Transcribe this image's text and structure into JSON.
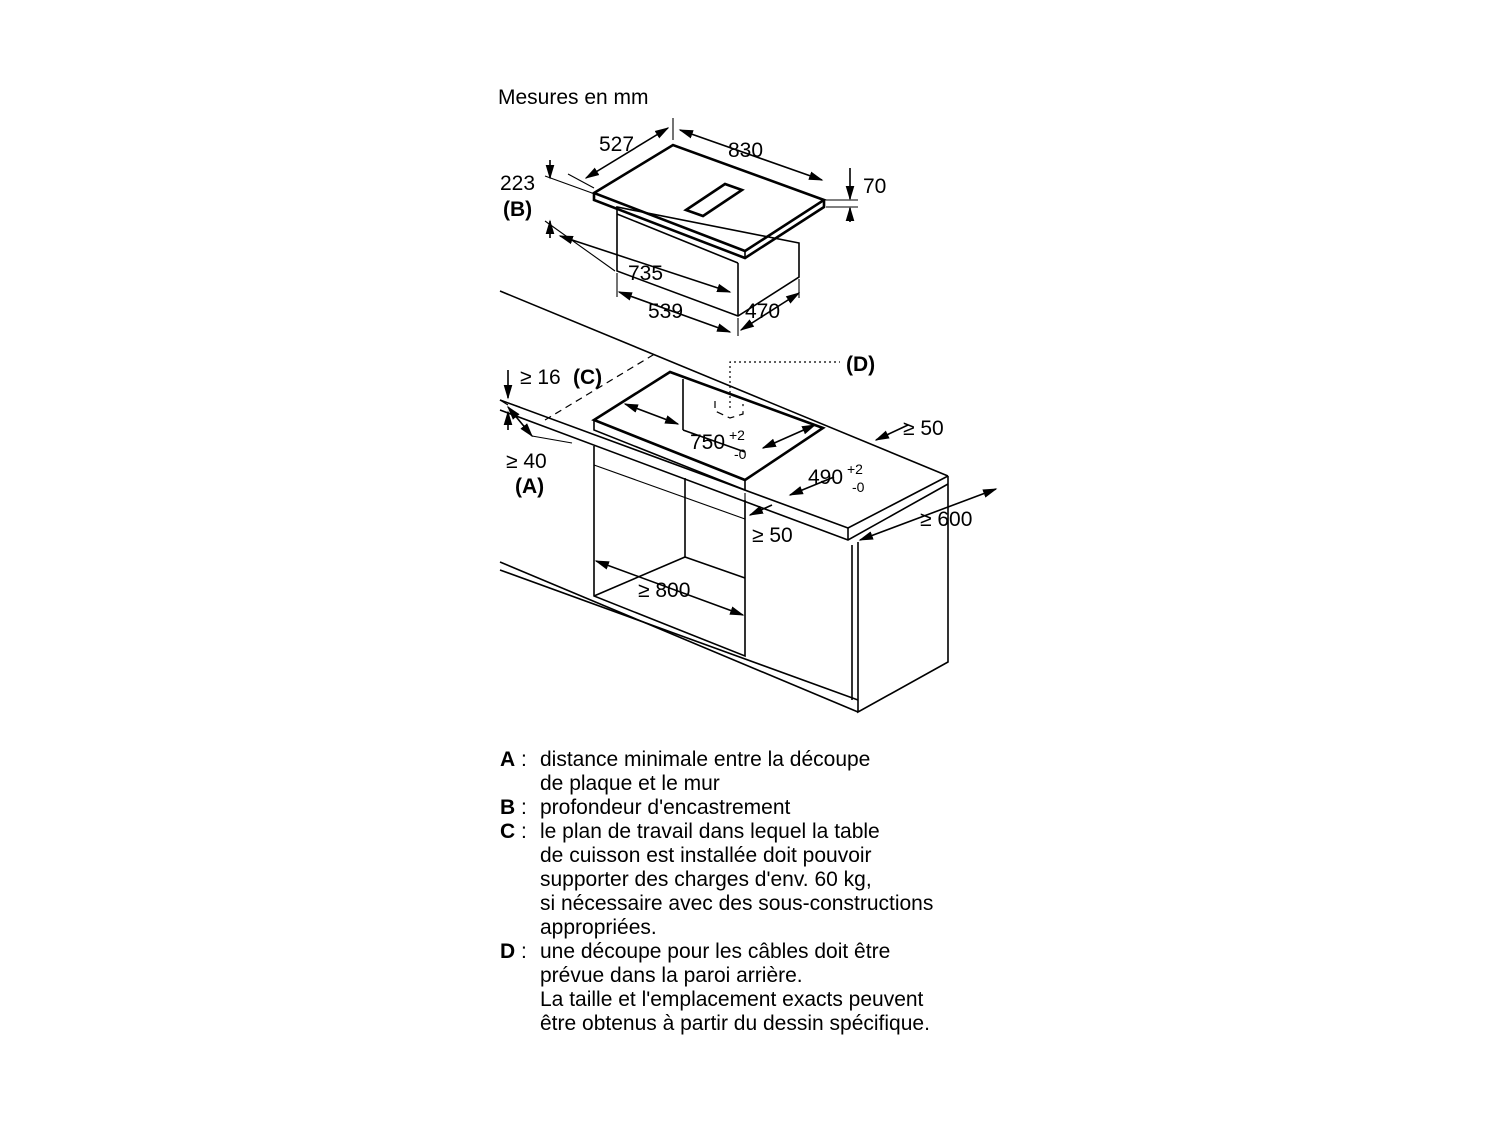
{
  "units_label": "Mesures en mm",
  "dimensions": {
    "depth_527": "527",
    "width_830": "830",
    "height_70": "70",
    "build_in_depth_223": "223",
    "label_B": "(B)",
    "inner_735": "735",
    "inner_539": "539",
    "inner_470": "470",
    "callout_D": "(D)",
    "min_thickness_16": "≥ 16",
    "label_C": "(C)",
    "min_wall_40": "≥ 40",
    "label_A": "(A)",
    "cutout_750": "750",
    "cutout_750_tol_plus": "+2",
    "cutout_750_tol_minus": "-0",
    "cutout_490": "490",
    "cutout_490_tol_plus": "+2",
    "cutout_490_tol_minus": "-0",
    "min_back_50": "≥ 50",
    "min_front_50": "≥ 50",
    "min_worktop_600": "≥ 600",
    "min_cabinet_800": "≥ 800"
  },
  "legend": [
    {
      "key": "A",
      "text": "distance minimale entre la découpe\nde plaque et le mur"
    },
    {
      "key": "B",
      "text": "profondeur d'encastrement"
    },
    {
      "key": "C",
      "text": "le plan de travail dans lequel la table\nde cuisson est installée doit pouvoir\nsupporter des charges d'env. 60 kg,\nsi nécessaire avec des sous-constructions\nappropriées."
    },
    {
      "key": "D",
      "text": "une découpe pour les câbles doit être\nprévue dans la paroi arrière.\nLa taille et l'emplacement exacts peuvent\nêtre obtenus à partir du dessin spécifique."
    }
  ]
}
